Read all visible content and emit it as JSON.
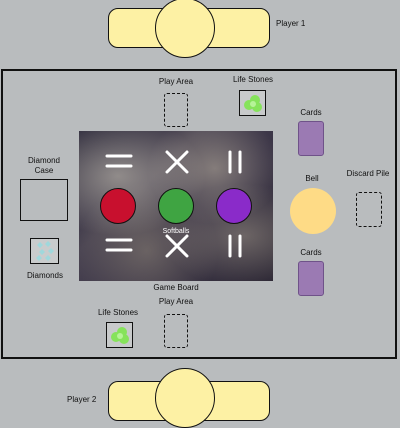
{
  "players": {
    "top": {
      "label": "Player 1"
    },
    "bottom": {
      "label": "Player 2"
    }
  },
  "labels": {
    "play_area_top": "Play Area",
    "life_stones_top": "Life Stones",
    "cards_top": "Cards",
    "diamond_case": "Diamond\nCase",
    "bell": "Bell",
    "discard_pile": "Discard Pile",
    "diamonds": "Diamonds",
    "cards_bottom": "Cards",
    "softballs": "Softballs",
    "game_board": "Game Board",
    "play_area_bottom": "Play Area",
    "life_stones_bottom": "Life Stones"
  },
  "softballs": [
    {
      "color": "#c8102e"
    },
    {
      "color": "#3fa442"
    },
    {
      "color": "#8a2bc9"
    }
  ],
  "colors": {
    "table": "#b9bcbe",
    "plate": "#fdf1a4",
    "card": "#9b7ab3",
    "bell": "#fedb86",
    "stone": "#86e35b"
  }
}
